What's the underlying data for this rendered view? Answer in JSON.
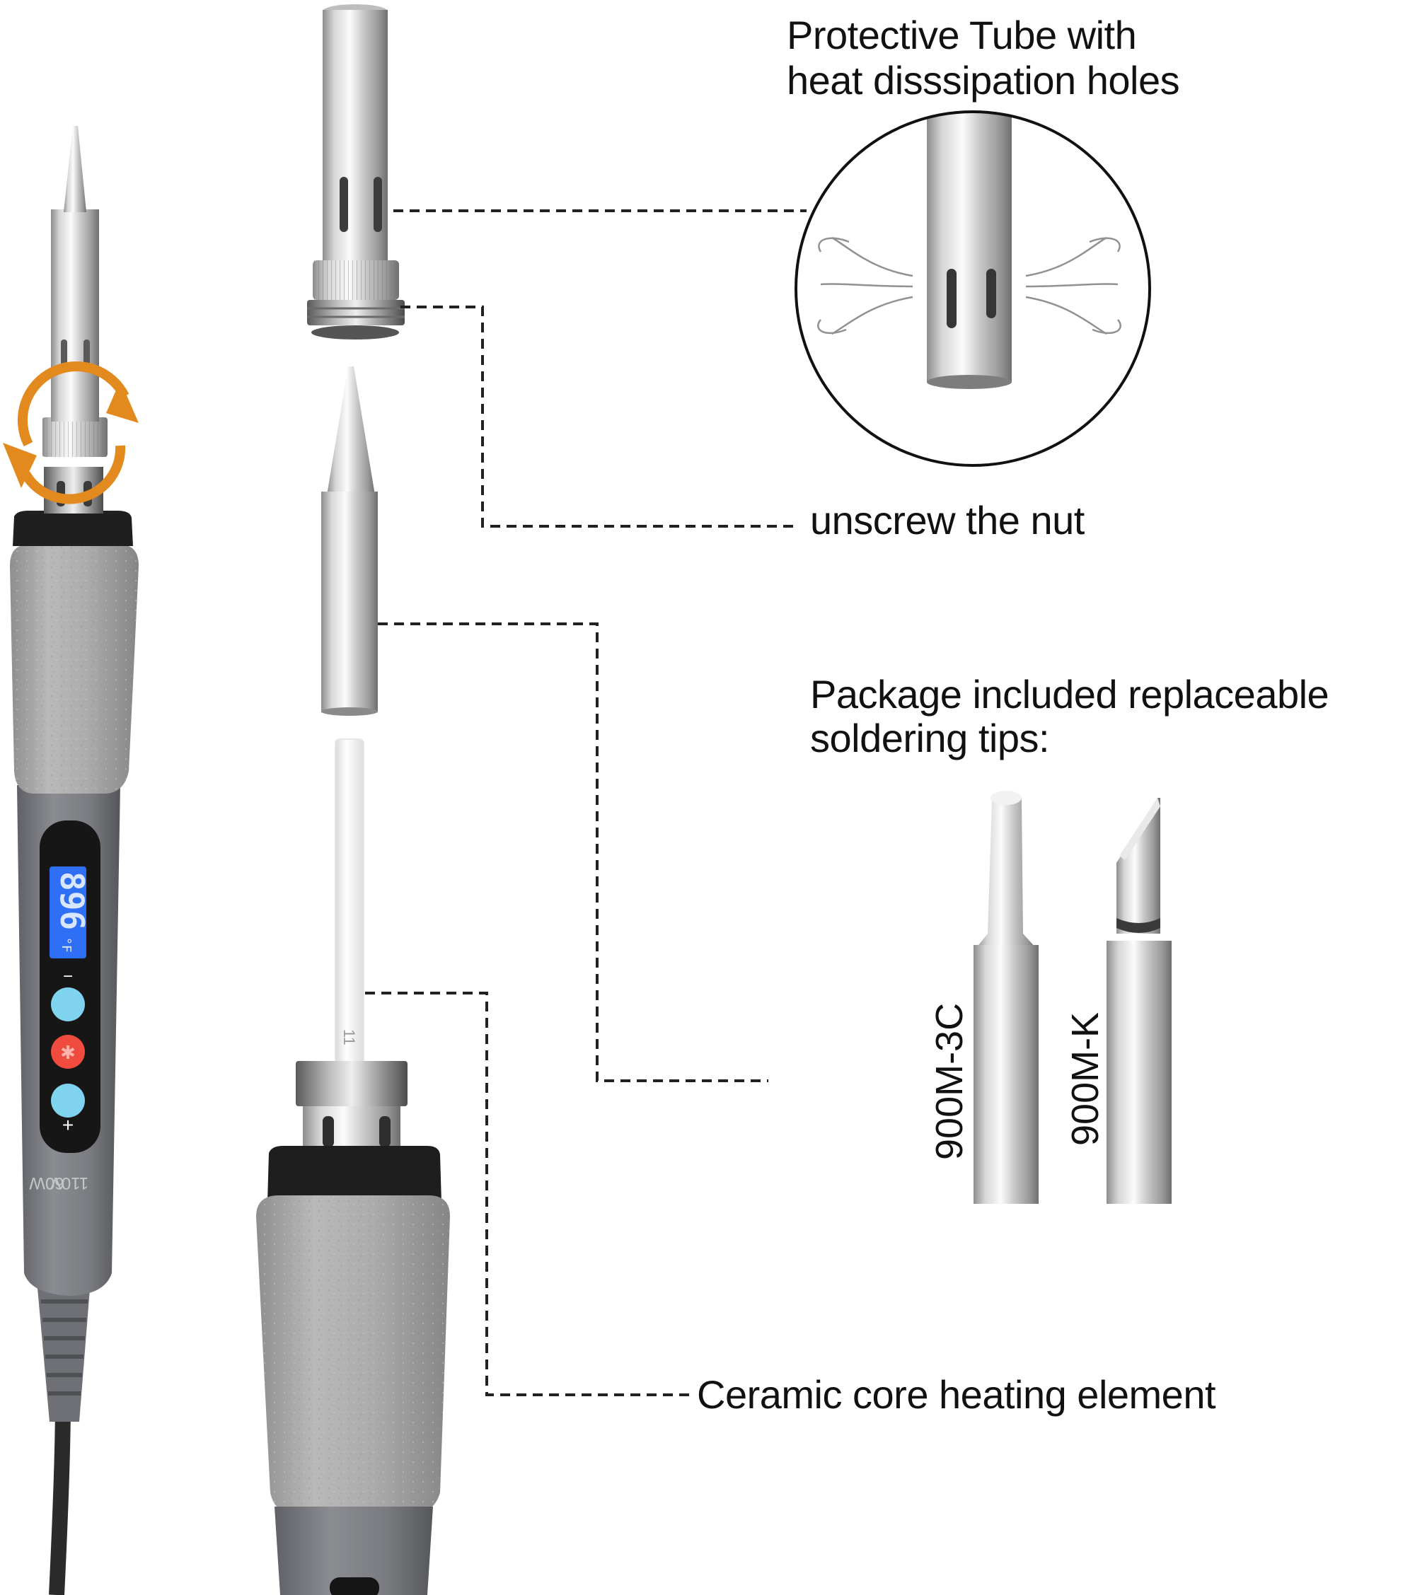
{
  "labels": {
    "protective_tube_line1": "Protective Tube with",
    "protective_tube_line2": "heat disssipation holes",
    "unscrew_nut": "unscrew the nut",
    "package_line1": "Package included replaceable",
    "package_line2": "soldering tips:",
    "ceramic_core": "Ceramic core heating element"
  },
  "tips": [
    {
      "model": "900M-3C"
    },
    {
      "model": "900M-K"
    }
  ],
  "iron": {
    "display_temp": "896",
    "display_unit": "°F",
    "minus_label": "−",
    "set_label": "✱",
    "plus_label": "+",
    "rating_voltage": "110V",
    "rating_power": "60W",
    "core_marking": "11"
  },
  "colors": {
    "handle_gray": "#a9a9a9",
    "body_gray": "#7d7f84",
    "lcd_blue": "#2f6ff5",
    "button_cyan": "#7fd3ee",
    "button_red": "#ef4b3f",
    "arrow_orange": "#e38a1e",
    "metal_light": "#eeeeee",
    "metal_dark": "#9a9a9a"
  }
}
